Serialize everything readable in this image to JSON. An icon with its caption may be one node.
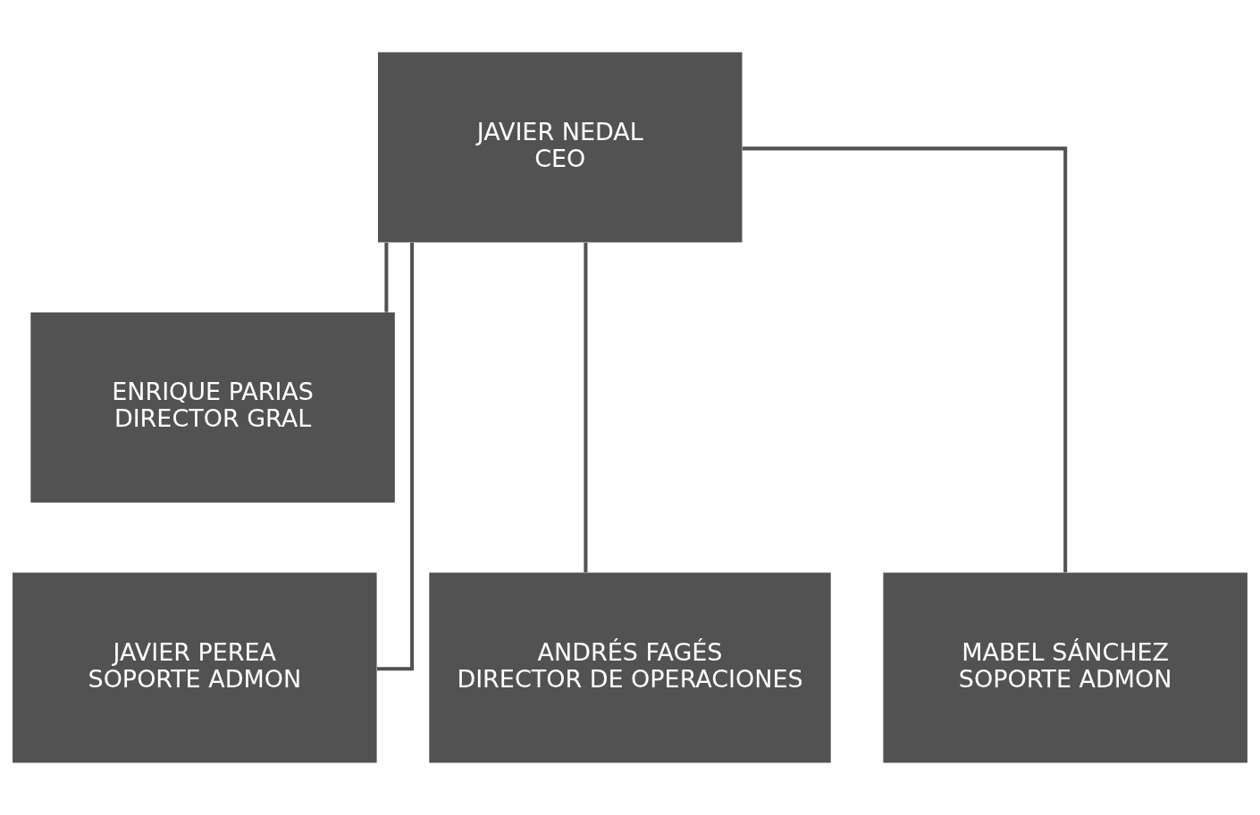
{
  "diagram": {
    "nodes": [
      {
        "text": [
          "JAVIER NEDAL",
          "CEO"
        ]
      },
      {
        "text": [
          "ENRIQUE PARIAS",
          "DIRECTOR GRAL"
        ]
      },
      {
        "text": [
          "ANDRÉS FAGÉS",
          "DIRECTOR DE OPERACIONES"
        ]
      },
      {
        "text": [
          "JAVIER PEREA",
          "SOPORTE ADMON"
        ]
      },
      {
        "text": [
          "MABEL SÁNCHEZ",
          "SOPORTE ADMON"
        ]
      }
    ],
    "edges": [
      {
        "from": 0,
        "to": 1,
        "arrow": "none"
      },
      {
        "from": 0,
        "to": 2,
        "arrow": "none"
      },
      {
        "from": 0,
        "to": 3,
        "arrow": "none"
      },
      {
        "from": 0,
        "to": 4,
        "arrow": "none"
      }
    ]
  }
}
